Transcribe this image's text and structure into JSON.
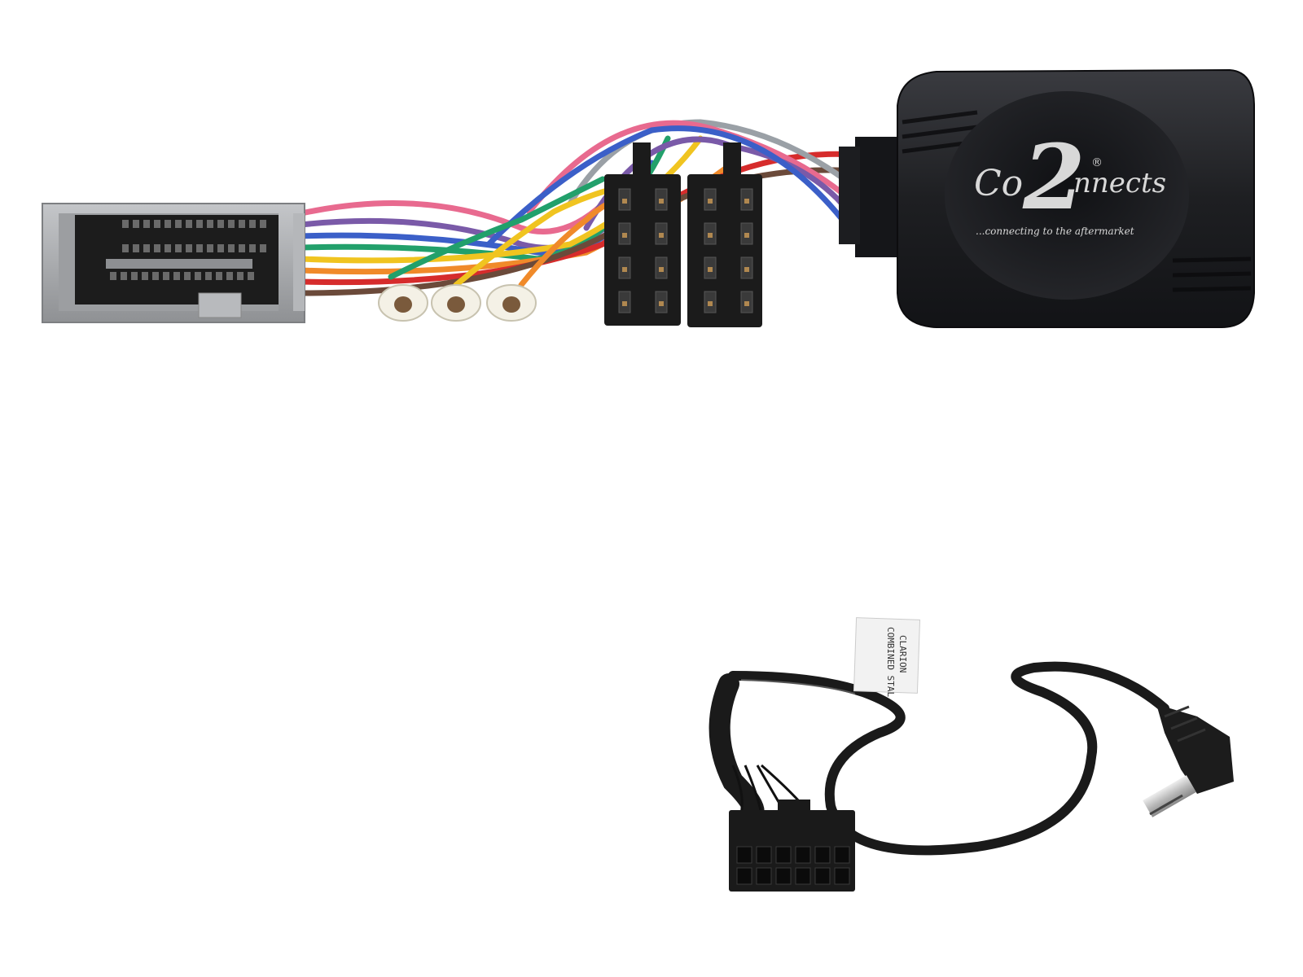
{
  "product_photo": {
    "logo": {
      "brand_left": "Co",
      "brand_mark": "2",
      "brand_right": "nnects",
      "registered": "®",
      "tagline": "...connecting to the aftermarket"
    },
    "cable_tag": {
      "line1": "CLARION",
      "line2": "COMBINED STAL"
    },
    "colors": {
      "module_body": "#1e1f22",
      "oem_connector": "#a7a9ac",
      "iso_connector": "#1b1b1b",
      "cable": "#1a1a1a",
      "jack_plug": "#c9c9c9"
    },
    "wire_colors": [
      "#e86a8f",
      "#7a5aa8",
      "#3b5fc8",
      "#22a06b",
      "#f0c420",
      "#f08a2a",
      "#d62c2c",
      "#6b4a3a",
      "#9aa0a6"
    ],
    "icons": [
      "oem-harness-connector-icon",
      "iso-connector-icon",
      "aerial-connector-icon",
      "interface-module-icon",
      "patch-lead-connector-icon",
      "jack-plug-icon"
    ]
  }
}
